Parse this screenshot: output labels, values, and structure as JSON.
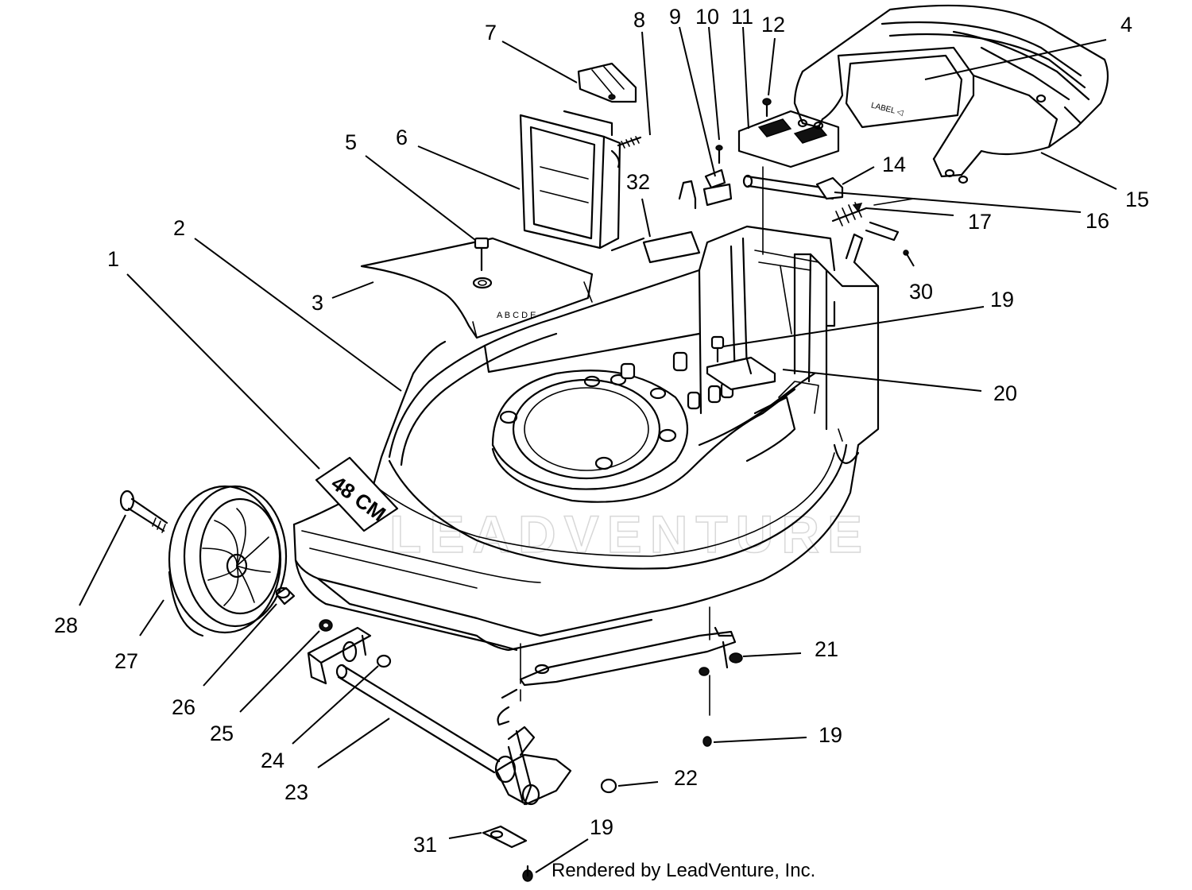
{
  "diagram": {
    "deck_plate_text": "48 CM",
    "watermark": "LEADVENTURE",
    "footer_text": "Rendered by LeadVenture, Inc.",
    "callouts": [
      {
        "id": "1",
        "label": "1"
      },
      {
        "id": "2",
        "label": "2"
      },
      {
        "id": "3",
        "label": "3"
      },
      {
        "id": "4",
        "label": "4"
      },
      {
        "id": "5",
        "label": "5"
      },
      {
        "id": "6",
        "label": "6"
      },
      {
        "id": "7",
        "label": "7"
      },
      {
        "id": "8",
        "label": "8"
      },
      {
        "id": "9",
        "label": "9"
      },
      {
        "id": "10",
        "label": "10"
      },
      {
        "id": "11",
        "label": "11"
      },
      {
        "id": "12",
        "label": "12"
      },
      {
        "id": "14",
        "label": "14"
      },
      {
        "id": "15",
        "label": "15"
      },
      {
        "id": "16",
        "label": "16"
      },
      {
        "id": "17",
        "label": "17"
      },
      {
        "id": "19a",
        "label": "19"
      },
      {
        "id": "19b",
        "label": "19"
      },
      {
        "id": "19c",
        "label": "19"
      },
      {
        "id": "20",
        "label": "20"
      },
      {
        "id": "21",
        "label": "21"
      },
      {
        "id": "22",
        "label": "22"
      },
      {
        "id": "23",
        "label": "23"
      },
      {
        "id": "24",
        "label": "24"
      },
      {
        "id": "25",
        "label": "25"
      },
      {
        "id": "26",
        "label": "26"
      },
      {
        "id": "27",
        "label": "27"
      },
      {
        "id": "28",
        "label": "28"
      },
      {
        "id": "30",
        "label": "30"
      },
      {
        "id": "31",
        "label": "31"
      },
      {
        "id": "32",
        "label": "32"
      }
    ]
  }
}
